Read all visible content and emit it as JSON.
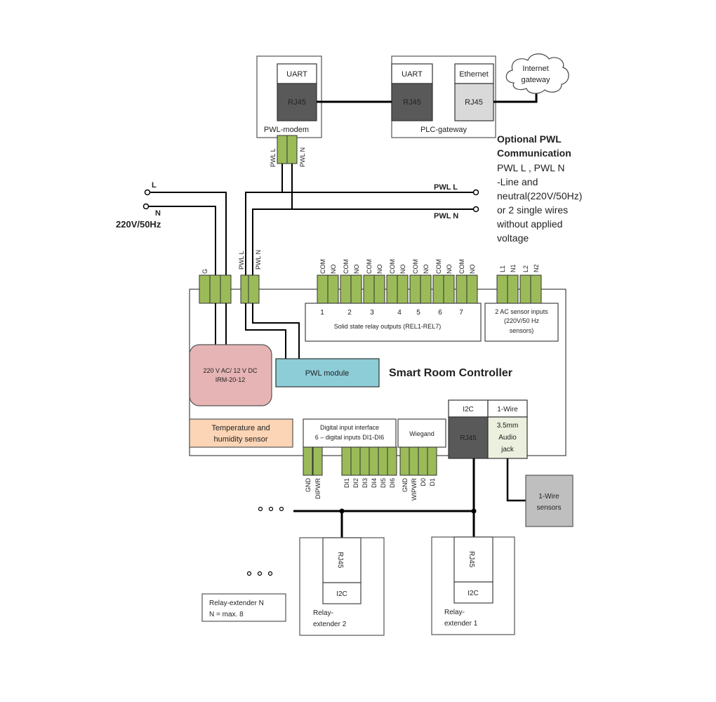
{
  "title": "Smart Room Controller",
  "colors": {
    "terminal_green": "#9bbb59",
    "rj45_dark": "#595959",
    "rj45_light": "#d9d9d9",
    "psu_pink": "#e6b4b4",
    "pwl_module_blue": "#8ccdd8",
    "temp_sensor_peach": "#fbd5b5",
    "audio_jack_green": "#ebf1de",
    "onewire_sensor_gray": "#bfbfbf",
    "wire": "#000000"
  },
  "pwl_modem": {
    "label": "PWL-modem",
    "port_header": "UART",
    "port": "RJ45",
    "terminals": [
      "PWL L",
      "PWL N"
    ]
  },
  "plc_gateway": {
    "label": "PLC-gateway",
    "uart_header": "UART",
    "uart_port": "RJ45",
    "eth_header": "Ethernet",
    "eth_port": "RJ45"
  },
  "internet_gateway": {
    "line1": "Internet",
    "line2": "gateway"
  },
  "optional_note": {
    "title1": "Optional PWL",
    "title2": "Communication",
    "lines": [
      "PWL L , PWL N",
      "-Line and",
      "neutral(220V/50Hz)",
      "or 2 single wires",
      "without applied",
      "voltage"
    ]
  },
  "mains": {
    "l_label": "L",
    "n_label": "N",
    "voltage": "220V/50Hz"
  },
  "pwl_lines": {
    "l_label": "PWL L",
    "n_label": "PWL N"
  },
  "controller": {
    "ground_terminal": "G",
    "pwl_terminals": [
      "PWL L",
      "PWL N"
    ],
    "relay_terminal_labels": [
      "COM",
      "NO"
    ],
    "relay_numbers": [
      "1",
      "2",
      "3",
      "4",
      "5",
      "6",
      "7"
    ],
    "relay_caption": "Solid state relay outputs (REL1-REL7)",
    "ac_sensor_terminals": [
      "L1",
      "N1",
      "L2",
      "N2"
    ],
    "ac_sensor_caption": [
      "2 AC sensor inputs",
      "(220V/50 Hz",
      "sensors)"
    ],
    "psu": {
      "line1": "220 V AC/ 12 V DC",
      "line2": "IRM-20-12"
    },
    "pwl_module": "PWL module",
    "temp_sensor": {
      "line1": "Temperature and",
      "line2": "humidity sensor"
    },
    "digital_inputs": {
      "line1": "Digital input interface",
      "line2": "6 – digital inputs DI1-DI6"
    },
    "digital_input_terminals": [
      "GND",
      "DIPWR"
    ],
    "di_terminals": [
      "DI1",
      "DI2",
      "DI3",
      "DI4",
      "DI5",
      "DI6"
    ],
    "wiegand": "Wiegand",
    "wiegand_terminals": [
      "GND",
      "WIPWR",
      "D0",
      "D1"
    ],
    "i2c_header": "I2C",
    "i2c_port": "RJ45",
    "onewire_header": "1-Wire",
    "onewire_port": [
      "3.5mm",
      "Audio",
      "jack"
    ]
  },
  "onewire_sensors": {
    "line1": "1-Wire",
    "line2": "sensors"
  },
  "extenders": [
    {
      "port": "RJ45",
      "bus": "I2C",
      "line1": "Relay-",
      "line2": "extender 1"
    },
    {
      "port": "RJ45",
      "bus": "I2C",
      "line1": "Relay-",
      "line2": "extender 2"
    }
  ],
  "extender_n": {
    "line1": "Relay-extender N",
    "line2": "N = max. 8"
  }
}
